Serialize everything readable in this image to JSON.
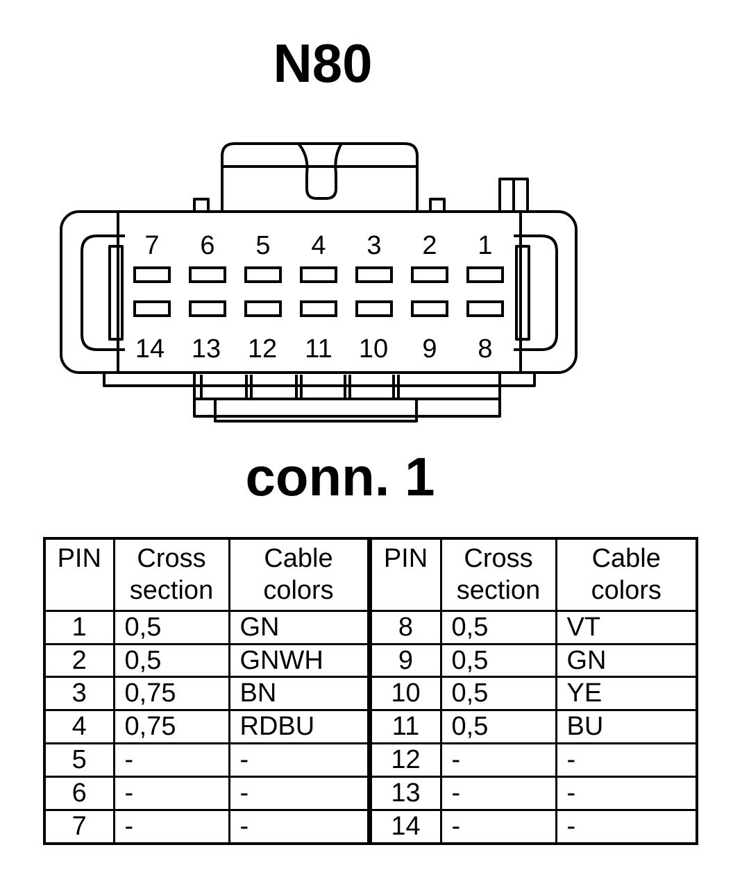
{
  "title": "N80",
  "subtitle": "conn. 1",
  "connector": {
    "top_row_pins": [
      "7",
      "6",
      "5",
      "4",
      "3",
      "2",
      "1"
    ],
    "bottom_row_pins": [
      "14",
      "13",
      "12",
      "11",
      "10",
      "9",
      "8"
    ]
  },
  "table": {
    "headers": {
      "pin": "PIN",
      "cross_line1": "Cross",
      "cross_line2": "section",
      "colors_line1": "Cable",
      "colors_line2": "colors"
    },
    "rows": [
      {
        "pin_a": "1",
        "cross_a": "0,5",
        "color_a": "GN",
        "pin_b": "8",
        "cross_b": "0,5",
        "color_b": "VT"
      },
      {
        "pin_a": "2",
        "cross_a": "0,5",
        "color_a": "GNWH",
        "pin_b": "9",
        "cross_b": "0,5",
        "color_b": "GN"
      },
      {
        "pin_a": "3",
        "cross_a": "0,75",
        "color_a": "BN",
        "pin_b": "10",
        "cross_b": "0,5",
        "color_b": "YE"
      },
      {
        "pin_a": "4",
        "cross_a": "0,75",
        "color_a": "RDBU",
        "pin_b": "11",
        "cross_b": "0,5",
        "color_b": "BU"
      },
      {
        "pin_a": "5",
        "cross_a": "-",
        "color_a": "-",
        "pin_b": "12",
        "cross_b": "-",
        "color_b": "-"
      },
      {
        "pin_a": "6",
        "cross_a": "-",
        "color_a": "-",
        "pin_b": "13",
        "cross_b": "-",
        "color_b": "-"
      },
      {
        "pin_a": "7",
        "cross_a": "-",
        "color_a": "-",
        "pin_b": "14",
        "cross_b": "-",
        "color_b": "-"
      }
    ]
  }
}
